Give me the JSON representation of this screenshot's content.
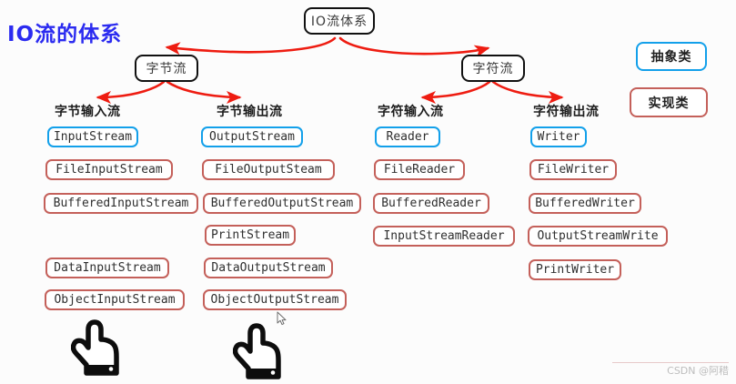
{
  "title": "IO流的体系",
  "colors": {
    "title": "#2b2bf0",
    "node_border": "#111111",
    "abstract": "#13a0ea",
    "implementation": "#c4605a",
    "connector": "#ee1c11",
    "background": "#fcfcfc"
  },
  "tree": {
    "root": "IO流体系",
    "branches": [
      {
        "label": "字节流"
      },
      {
        "label": "字符流"
      }
    ]
  },
  "captions": [
    "字节输入流",
    "字节输出流",
    "字符输入流",
    "字符输出流"
  ],
  "columns": [
    {
      "caption": "字节输入流",
      "items": [
        {
          "name": "InputStream",
          "kind": "abstract"
        },
        {
          "name": "FileInputStream",
          "kind": "impl"
        },
        {
          "name": "BufferedInputStream",
          "kind": "impl"
        },
        {
          "name": "DataInputStream",
          "kind": "impl"
        },
        {
          "name": "ObjectInputStream",
          "kind": "impl"
        }
      ]
    },
    {
      "caption": "字节输出流",
      "items": [
        {
          "name": "OutputStream",
          "kind": "abstract"
        },
        {
          "name": "FileOutputSteam",
          "kind": "impl"
        },
        {
          "name": "BufferedOutputStream",
          "kind": "impl"
        },
        {
          "name": "PrintStream",
          "kind": "impl"
        },
        {
          "name": "DataOutputStream",
          "kind": "impl"
        },
        {
          "name": "ObjectOutputStream",
          "kind": "impl"
        }
      ]
    },
    {
      "caption": "字符输入流",
      "items": [
        {
          "name": "Reader",
          "kind": "abstract"
        },
        {
          "name": "FileReader",
          "kind": "impl"
        },
        {
          "name": "BufferedReader",
          "kind": "impl"
        },
        {
          "name": "InputStreamReader",
          "kind": "impl"
        }
      ]
    },
    {
      "caption": "字符输出流",
      "items": [
        {
          "name": "Writer",
          "kind": "abstract"
        },
        {
          "name": "FileWriter",
          "kind": "impl"
        },
        {
          "name": "BufferedWriter",
          "kind": "impl"
        },
        {
          "name": "OutputStreamWrite",
          "kind": "impl"
        },
        {
          "name": "PrintWriter",
          "kind": "impl"
        }
      ]
    }
  ],
  "legend": [
    {
      "label": "抽象类",
      "kind": "abstract"
    },
    {
      "label": "实现类",
      "kind": "impl"
    }
  ],
  "cursors": [
    {
      "icon": "pointing-hand-cursor"
    },
    {
      "icon": "pointing-hand-cursor"
    },
    {
      "icon": "arrow-pointer-cursor"
    }
  ],
  "watermark": "CSDN @阿稓"
}
